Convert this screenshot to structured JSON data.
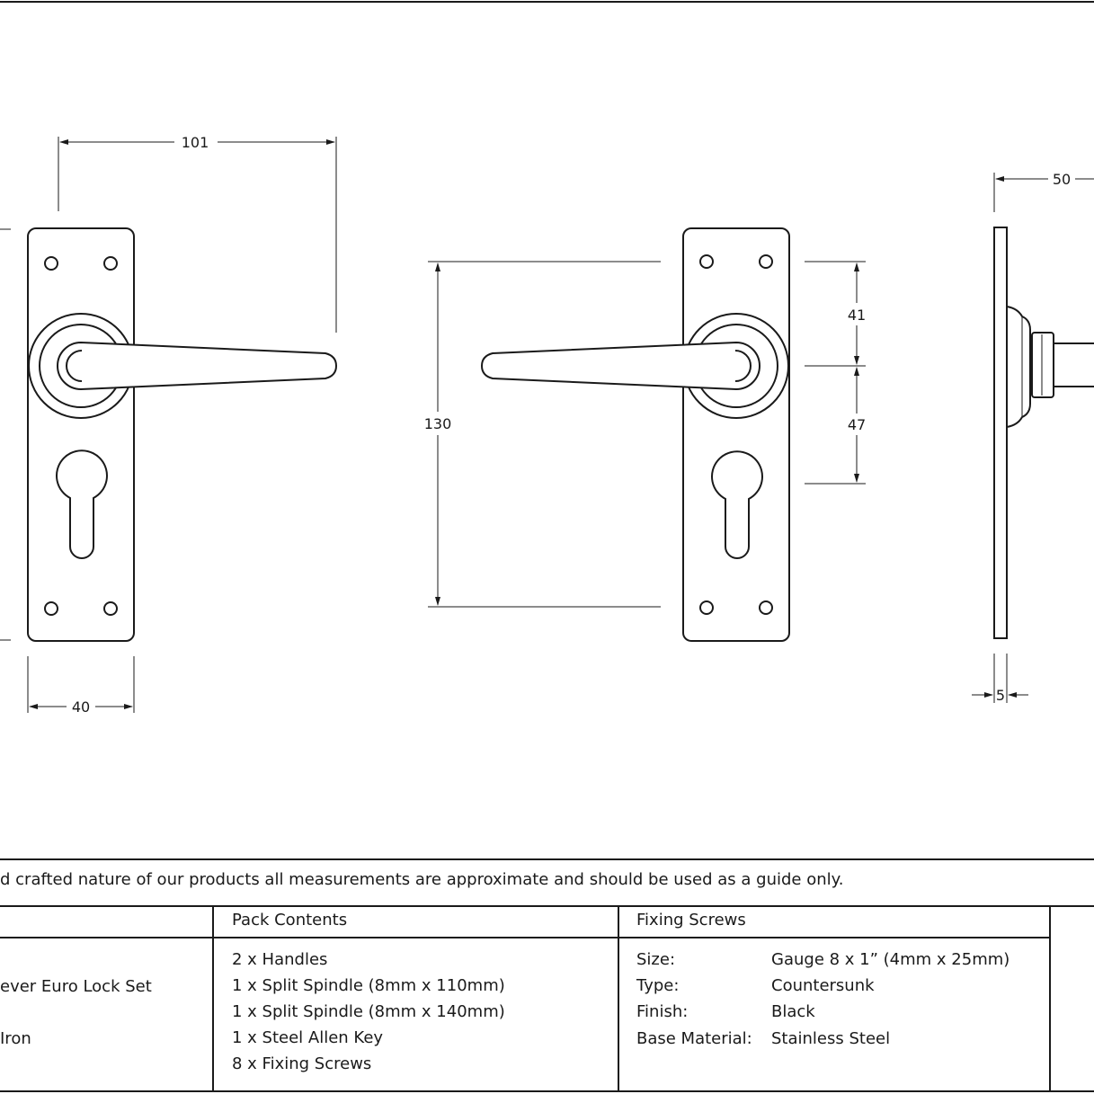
{
  "dimensions": {
    "front_width": "101",
    "plate_width": "40",
    "plate_height": "130",
    "upper_offset": "41",
    "lower_offset": "47",
    "projection": "50",
    "plate_thickness": "5"
  },
  "disclaimer": "d crafted nature of our products all measurements are approximate and should be used as a guide only.",
  "table": {
    "product_cells": [
      "ever Euro Lock Set",
      "Iron"
    ],
    "pack_contents": {
      "header": "Pack Contents",
      "items": [
        "2 x Handles",
        "1 x Split Spindle (8mm x 110mm)",
        "1 x Split Spindle (8mm x 140mm)",
        "1 x Steel Allen Key",
        "8 x Fixing Screws"
      ]
    },
    "fixing_screws": {
      "header": "Fixing Screws",
      "rows": [
        {
          "label": "Size:",
          "value": "Gauge 8 x 1” (4mm x 25mm)"
        },
        {
          "label": "Type:",
          "value": "Countersunk"
        },
        {
          "label": "Finish:",
          "value": "Black"
        },
        {
          "label": "Base Material:",
          "value": "Stainless Steel"
        }
      ]
    }
  }
}
